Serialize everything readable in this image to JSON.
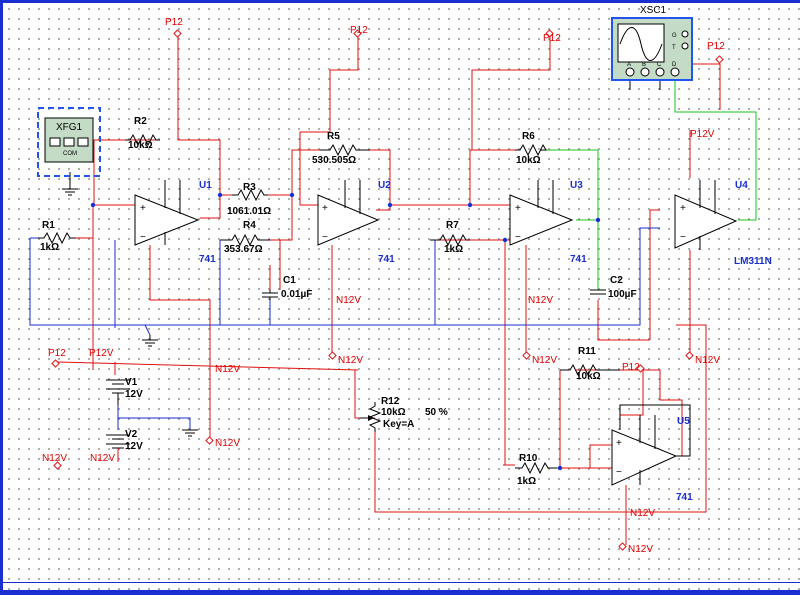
{
  "instruments": {
    "function_generator": {
      "ref": "XFG1",
      "terminals": "COM"
    },
    "oscilloscope": {
      "ref": "XSC1",
      "ports": [
        "G",
        "T",
        "A",
        "B",
        "C",
        "D"
      ]
    }
  },
  "resistors": {
    "r1": {
      "ref": "R1",
      "value": "1kΩ"
    },
    "r2": {
      "ref": "R2",
      "value": "10kΩ"
    },
    "r3": {
      "ref": "R3",
      "value": "1061.01Ω"
    },
    "r4": {
      "ref": "R4",
      "value": "353.67Ω"
    },
    "r5": {
      "ref": "R5",
      "value": "530.505Ω"
    },
    "r6": {
      "ref": "R6",
      "value": "10kΩ"
    },
    "r7": {
      "ref": "R7",
      "value": "1kΩ"
    },
    "r10": {
      "ref": "R10",
      "value": "1kΩ"
    },
    "r11": {
      "ref": "R11",
      "value": "10kΩ"
    }
  },
  "potentiometer": {
    "ref": "R12",
    "value": "10kΩ",
    "setting": "50 %",
    "key": "Key=A"
  },
  "capacitors": {
    "c1": {
      "ref": "C1",
      "value": "0.01µF"
    },
    "c2": {
      "ref": "C2",
      "value": "100µF"
    }
  },
  "opamps": {
    "u1": {
      "ref": "U1",
      "model": "741"
    },
    "u2": {
      "ref": "U2",
      "model": "741"
    },
    "u3": {
      "ref": "U3",
      "model": "741"
    },
    "u4": {
      "ref": "U4",
      "model": "LM311N"
    },
    "u5": {
      "ref": "U5",
      "model": "741"
    }
  },
  "batteries": {
    "v1": {
      "ref": "V1",
      "value": "12V"
    },
    "v2": {
      "ref": "V2",
      "value": "12V"
    }
  },
  "power": {
    "p12": "P12",
    "p12v": "P12V",
    "n12v": "N12V"
  },
  "colors": {
    "wire_red": "#e01010",
    "wire_blue": "#1a2fd1",
    "wire_green": "#19c41a",
    "label_red": "#e00000",
    "ref_blue": "#1a2fd1",
    "instrument_fill": "#c4dcc6",
    "instrument_border": "#2255ee"
  }
}
